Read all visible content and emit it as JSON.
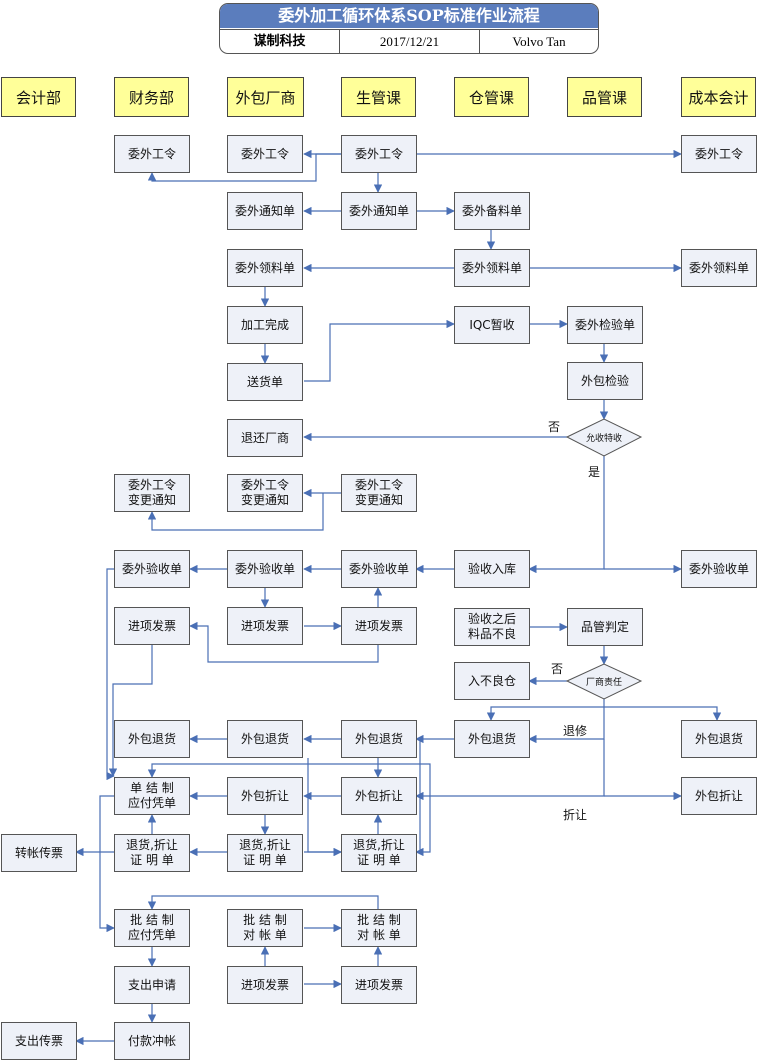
{
  "header": {
    "title": "委外加工循环体系SOP标准作业流程",
    "company": "谋制科技",
    "date": "2017/12/21",
    "author": "Volvo Tan"
  },
  "departments": [
    "会计部",
    "财务部",
    "外包厂商",
    "生管课",
    "仓管课",
    "品管课",
    "成本会计"
  ],
  "nodes": {
    "fin_order": "委外工令",
    "ven_order": "委外工令",
    "prod_order": "委外工令",
    "cost_order": "委外工令",
    "ven_notice": "委外通知单",
    "prod_notice": "委外通知单",
    "wh_prep": "委外备料单",
    "ven_pick": "委外领料单",
    "wh_pick": "委外领料单",
    "cost_pick": "委外领料单",
    "ven_done": "加工完成",
    "ven_ship": "送货单",
    "wh_iqc": "IQC暂收",
    "qc_insp_sheet": "委外检验单",
    "qc_insp": "外包检验",
    "qc_accept": "允收特收",
    "ven_return": "退还厂商",
    "fin_change": "委外工令\n变更通知",
    "ven_change": "委外工令\n变更通知",
    "prod_change": "委外工令\n变更通知",
    "fin_receipt": "委外验收单",
    "ven_receipt": "委外验收单",
    "prod_receipt": "委外验收单",
    "wh_stock": "验收入库",
    "cost_receipt": "委外验收单",
    "fin_inv": "进项发票",
    "ven_inv": "进项发票",
    "prod_inv": "进项发票",
    "wh_bad": "验收之后\n料品不良",
    "qc_judge": "品管判定",
    "wh_reject": "入不良仓",
    "qc_resp": "厂商责任",
    "fin_ret": "外包退货",
    "ven_ret": "外包退货",
    "prod_ret": "外包退货",
    "wh_ret": "外包退货",
    "cost_ret": "外包退货",
    "fin_voucher": "单 结 制\n应付凭单",
    "ven_disc": "外包折让",
    "prod_disc": "外包折让",
    "cost_disc": "外包折让",
    "acc_transfer": "转帐传票",
    "fin_cert": "退货,折让\n证 明 单",
    "ven_cert": "退货,折让\n证 明 单",
    "prod_cert": "退货,折让\n证 明 单",
    "fin_batch": "批 结 制\n应付凭单",
    "ven_stmt": "批 结 制\n对 帐 单",
    "prod_stmt": "批 结 制\n对 帐 单",
    "fin_pay_req": "支出申请",
    "ven_inv2": "进项发票",
    "prod_inv2": "进项发票",
    "acc_pay": "支出传票",
    "fin_settle": "付款冲帐"
  },
  "labels": {
    "no1": "否",
    "yes1": "是",
    "no2": "否",
    "rework": "退修",
    "discount": "折让"
  },
  "colors": {
    "box_fill": "#eef1f8",
    "dept_fill": "#ffff99",
    "line": "#4a6fb5",
    "title_bar": "#5b7dbd"
  }
}
